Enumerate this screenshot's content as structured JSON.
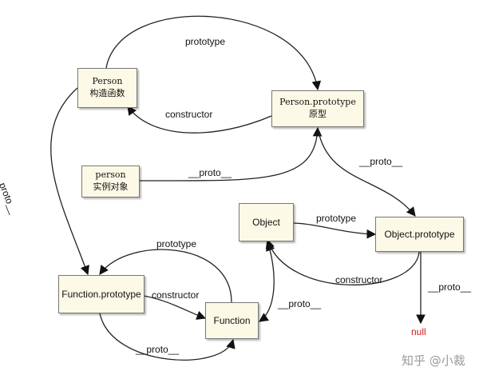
{
  "nodes": {
    "person": {
      "line1": "Person",
      "line2": "构造函数"
    },
    "person_prototype": {
      "line1": "Person.prototype",
      "line2": "原型"
    },
    "instance": {
      "line1": "person",
      "line2": "实例对象"
    },
    "object": {
      "line1": "Object"
    },
    "object_prototype": {
      "line1": "Object.prototype"
    },
    "function_prototype": {
      "line1": "Function.prototype"
    },
    "function": {
      "line1": "Function"
    }
  },
  "labels": {
    "prototype_top": "prototype",
    "constructor_top": "constructor",
    "proto_left": "__proto__",
    "proto_instance": "__proto__",
    "proto_pp": "__proto__",
    "prototype_object": "prototype",
    "constructor_object": "constructor",
    "proto_op": "__proto__",
    "null": "null",
    "prototype_function": "prototype",
    "constructor_function": "constructor",
    "proto_bottom": "__proto__",
    "proto_function": "__proto__"
  },
  "watermark": "知乎 @小裁"
}
